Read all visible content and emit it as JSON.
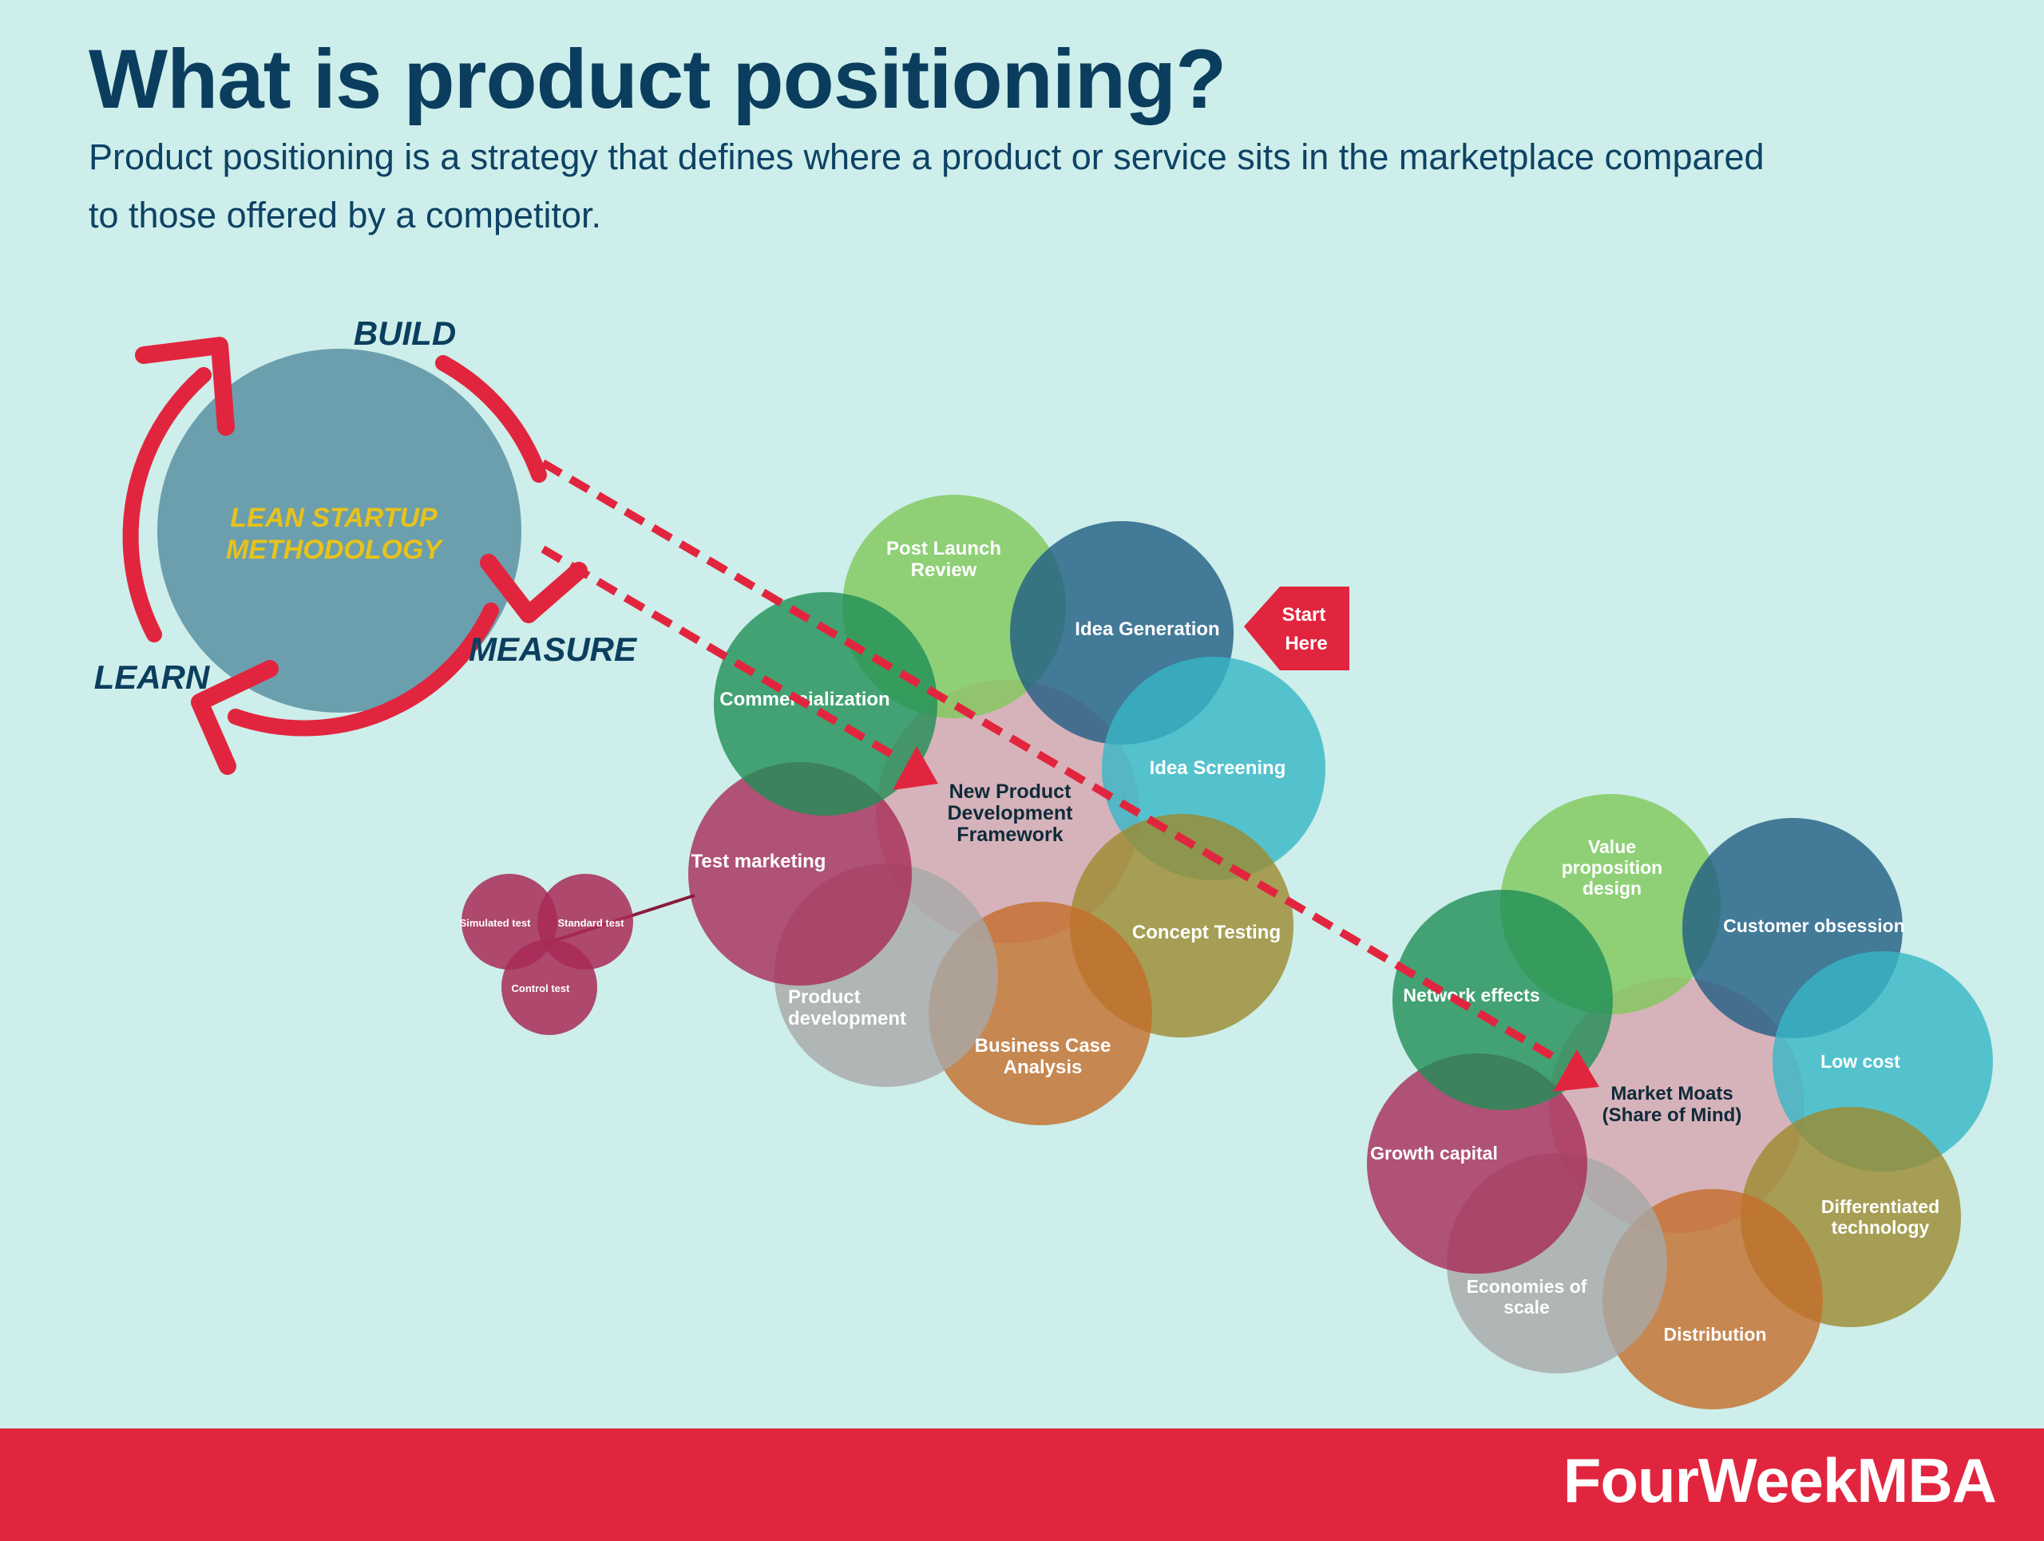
{
  "header": {
    "title": "What is product positioning?",
    "subtitle": "Product positioning is a strategy that defines where a product or service sits in the marketplace compared to those offered by a competitor."
  },
  "lean_cycle": {
    "center": [
      "LEAN STARTUP",
      "METHODOLOGY"
    ],
    "build": "BUILD",
    "measure": "MEASURE",
    "learn": "LEARN"
  },
  "start_marker": [
    "Start",
    "Here"
  ],
  "npd": {
    "center": [
      "New Product",
      "Development",
      "Framework"
    ],
    "stages": {
      "post_launch": [
        "Post Launch",
        "Review"
      ],
      "idea_generation": [
        "Idea Generation"
      ],
      "idea_screening": [
        "Idea Screening"
      ],
      "concept_testing": [
        "Concept Testing"
      ],
      "business_case": [
        "Business Case",
        "Analysis"
      ],
      "product_development": [
        "Product",
        "development"
      ],
      "test_marketing": [
        "Test marketing"
      ],
      "commercialization": [
        "Commercialization"
      ]
    }
  },
  "tests": {
    "simulated": "Simulated test",
    "standard": "Standard test",
    "control": "Control test"
  },
  "moats": {
    "center": [
      "Market Moats",
      "(Share of Mind)"
    ],
    "items": {
      "value_proposition": [
        "Value",
        "proposition",
        "design"
      ],
      "customer_obsession": [
        "Customer obsession"
      ],
      "low_cost": [
        "Low cost"
      ],
      "differentiated_technology": [
        "Differentiated",
        "technology"
      ],
      "distribution": [
        "Distribution"
      ],
      "economies_of_scale": [
        "Economies of",
        "scale"
      ],
      "growth_capital": [
        "Growth capital"
      ],
      "network_effects": [
        "Network effects"
      ]
    }
  },
  "footer": {
    "brand": "FourWeekMBA"
  },
  "colors": {
    "background": "#cdeeea",
    "title": "#0b3e5e",
    "accent_red": "#e2253e",
    "lean_circle": "#6b9fae",
    "lean_text": "#e8c21b",
    "green": "#7fc85a",
    "navy": "#205d83",
    "teal": "#36b7c6",
    "olive": "#9c8a2e",
    "orange": "#c46d2a",
    "gray": "#a7a7a7",
    "crimson": "#a82a57",
    "emerald": "#1f8f56",
    "pink_center": "#d7a8b2"
  }
}
